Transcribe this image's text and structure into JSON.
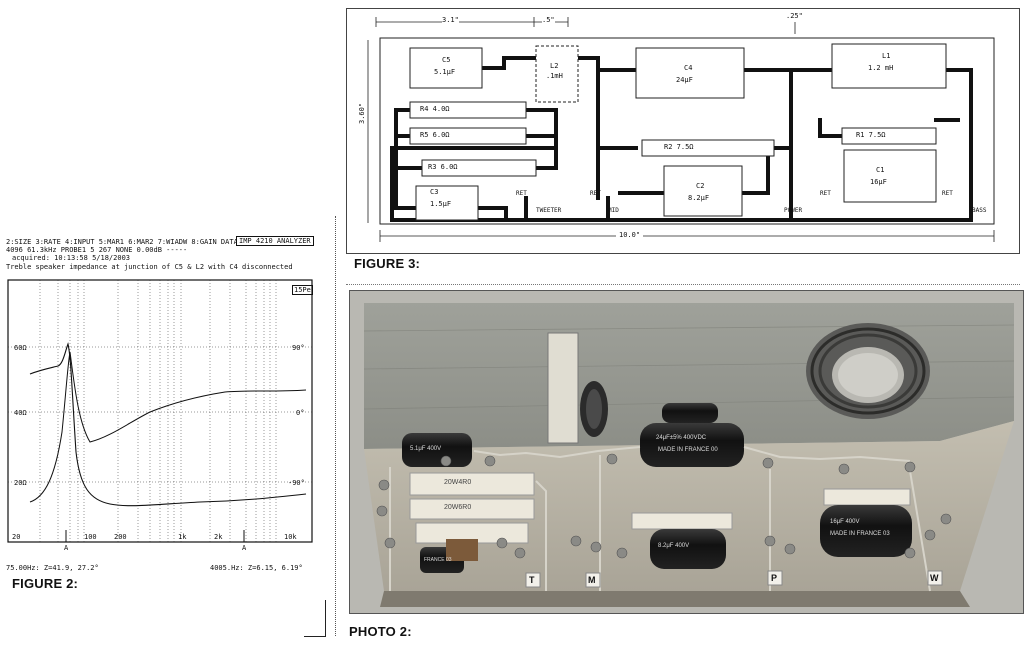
{
  "figure2": {
    "caption": "FIGURE 2:",
    "header_line1": "2:SIZE 3:RATE 4:INPUT 5:MAR1 6:MAR2 7:WIADW 8:GAIN DATA",
    "header_tag": "IMP 4210 ANALYZER",
    "header_line2": "4096  61.3kHz PROBE1     5    267   NONE    0.00dB -----",
    "header_line3": "acquired:     10:13:58     5/18/2003",
    "title": "Treble speaker impedance at junction of C5 & L2 with C4 disconnected",
    "scale_tag": "15Pe",
    "y_left_labels": [
      "60Ω",
      "40Ω",
      "20Ω"
    ],
    "y_right_labels": [
      "90°",
      "0°",
      "-90°"
    ],
    "x_labels": [
      "20",
      "100",
      "200",
      "1k",
      "2k",
      "10k"
    ],
    "markers": [
      "A",
      "A"
    ],
    "footer_left": "75.00Hz: Z=41.9, 27.2°",
    "footer_right": "4005.Hz: Z=6.15, 6.19°"
  },
  "figure3": {
    "caption": "FIGURE 3:",
    "dims": {
      "d1": "3.1\"",
      "d2": ".5\"",
      "d3": ".25\"",
      "height": "3.60\"",
      "width": "10.0\""
    },
    "components": {
      "c5": "C5",
      "c5v": "5.1μF",
      "l2": "L2",
      "l2v": ".1mH",
      "c4": "C4",
      "c4v": "24μF",
      "l1": "L1",
      "l1v": "1.2 mH",
      "r4": "R4 4.0Ω",
      "r5": "R5 6.0Ω",
      "r3": "R3 6.0Ω",
      "r2": "R2 7.5Ω",
      "r1": "R1 7.5Ω",
      "c3": "C3",
      "c3v": "1.5μF",
      "c2": "C2",
      "c2v": "8.2μF",
      "c1": "C1",
      "c1v": "16μF"
    },
    "terminals": {
      "ret1": "RET",
      "tweeter": "TWEETER",
      "ret2": "RET",
      "mid": "MID",
      "power": "POWER",
      "ret3": "RET",
      "ret4": "RET",
      "bass": "BASS"
    }
  },
  "photo2": {
    "caption": "PHOTO 2:",
    "terminal_labels": [
      "T",
      "M",
      "P",
      "W"
    ],
    "cap_labels": {
      "big_cap_line1": "24μF±5% 400VDC",
      "big_cap_line2": "MADE IN FRANCE 00",
      "small_cap_a": "5.1μF 400V",
      "res_a": "20W4R0",
      "res_b": "20W6R0",
      "cap_mid": "8.2μF 400V",
      "cap_right": "16μF 400V",
      "cap_right2": "MADE IN FRANCE 03",
      "cap_small": "FRANCE 03"
    }
  },
  "colors": {
    "ink": "#111111",
    "board": "#b8b3a6",
    "wood": "#9d9e96",
    "cap_body": "#1a1a1a",
    "resistor": "#ece8dc"
  }
}
